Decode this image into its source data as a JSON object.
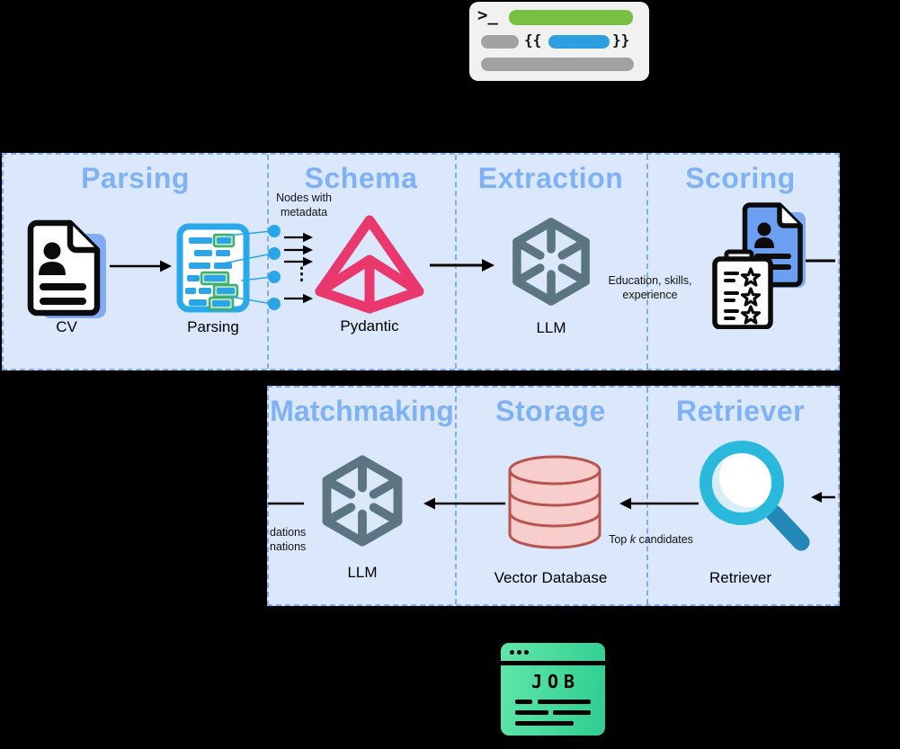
{
  "colors": {
    "background": "#000000",
    "panel_bg": "#dbe8fb",
    "panel_border": "#85abe8",
    "panel_title": "#7fb2f5",
    "line_black": "#000000",
    "node_blue": "#29a9ea",
    "doc_blue": "#6c9ef2",
    "doc_shadow_blue": "#82abf5",
    "highlight_green": "#3fae6e",
    "pydantic_pink": "#e8386d",
    "openai_gray": "#5b7682",
    "db_fill": "#f8cecc",
    "db_stroke": "#b85450",
    "magnifier_teal": "#2ab9dd",
    "magnifier_handle": "#2387b8",
    "job_green_light": "#62e6ab",
    "job_green_dark": "#2ecd8f",
    "prompt_green": "#76c044",
    "prompt_blue": "#2d9fe0",
    "prompt_gray": "#a2a2a2"
  },
  "icons": {
    "prompt": "prompt-template-icon",
    "cv": "cv-document-icon",
    "parser": "parsed-document-icon",
    "pydantic": "pydantic-logo",
    "llm": "openai-logo",
    "scoring": "scored-cv-clipboard-icon",
    "database": "database-cylinder-icon",
    "retriever": "magnifying-glass-icon",
    "job": "job-posting-window-icon"
  },
  "prompt_icon": {
    "prompt_glyph": ">_",
    "open_braces": "{{",
    "close_braces": "}}"
  },
  "panels": {
    "parsing": {
      "title": "Parsing",
      "cv_label": "CV",
      "parser_label": "Parsing"
    },
    "schema": {
      "title": "Schema",
      "note": "Nodes with\nmetadata",
      "ellipsis": "⋮",
      "logo_label": "Pydantic"
    },
    "extraction": {
      "title": "Extraction",
      "llm_label": "LLM",
      "annotation": "Education, skills,\nexperience"
    },
    "scoring": {
      "title": "Scoring"
    },
    "matchmaking": {
      "title": "Matchmaking",
      "llm_label": "LLM",
      "clipped_text": "dations\nnations"
    },
    "storage": {
      "title": "Storage",
      "db_label": "Vector Database",
      "annotation_pre": "Top ",
      "annotation_k": "k",
      "annotation_post": " candidates"
    },
    "retriever": {
      "title": "Retriever",
      "label": "Retriever"
    }
  },
  "job_icon": {
    "label": "JOB"
  }
}
